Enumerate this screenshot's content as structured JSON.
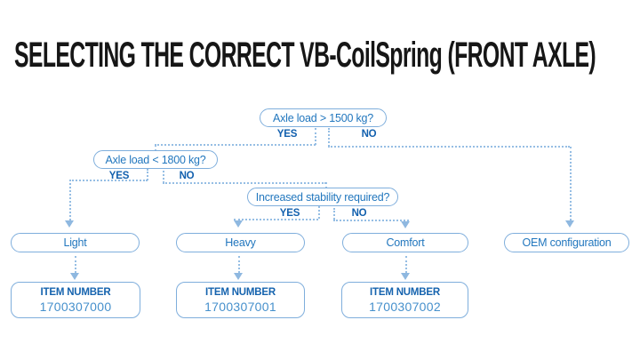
{
  "title": "SELECTING THE CORRECT VB-CoilSpring (FRONT AXLE)",
  "decisions": {
    "d1": {
      "question": "Axle load > 1500 kg?",
      "yes_label": "YES",
      "no_label": "NO"
    },
    "d2": {
      "question": "Axle load < 1800 kg?",
      "yes_label": "YES",
      "no_label": "NO"
    },
    "d3": {
      "question": "Increased stability required?",
      "yes_label": "YES",
      "no_label": "NO"
    }
  },
  "options": {
    "light": "Light",
    "heavy": "Heavy",
    "comfort": "Comfort",
    "oem": "OEM configuration"
  },
  "items": [
    {
      "header": "ITEM NUMBER",
      "number": "1700307000"
    },
    {
      "header": "ITEM NUMBER",
      "number": "1700307001"
    },
    {
      "header": "ITEM NUMBER",
      "number": "1700307002"
    }
  ],
  "colors": {
    "title_text": "#161616",
    "box_border": "#7FAEDC",
    "box_text": "#2277BE",
    "bold_blue": "#1260AE",
    "item_number_text": "#4690CC",
    "dotted_line": "#96BEE4",
    "background": "#ffffff"
  }
}
